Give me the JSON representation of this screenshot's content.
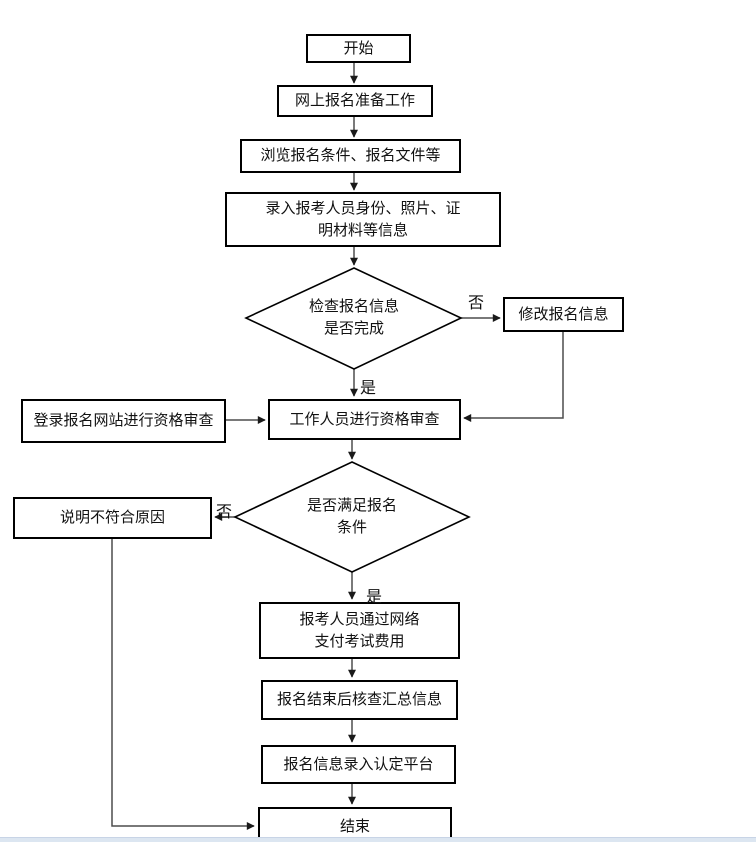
{
  "flowchart": {
    "nodes": {
      "start": {
        "label": "开始",
        "shape": "rect"
      },
      "prepare": {
        "label": "网上报名准备工作",
        "shape": "rect"
      },
      "browse": {
        "label": "浏览报名条件、报名文件等",
        "shape": "rect"
      },
      "input_info": {
        "label": "录入报考人员身份、照片、证\n明材料等信息",
        "shape": "rect"
      },
      "check_complete": {
        "label": "检查报名信息\n是否完成",
        "shape": "diamond"
      },
      "modify": {
        "label": "修改报名信息",
        "shape": "rect"
      },
      "login_review": {
        "label": "登录报名网站进行资格审查",
        "shape": "rect"
      },
      "staff_review": {
        "label": "工作人员进行资格审查",
        "shape": "rect"
      },
      "meet_conditions": {
        "label": "是否满足报名\n条件",
        "shape": "diamond"
      },
      "explain_reason": {
        "label": "说明不符合原因",
        "shape": "rect"
      },
      "pay_fee": {
        "label": "报考人员通过网络\n支付考试费用",
        "shape": "rect"
      },
      "verify_summary": {
        "label": "报名结束后核查汇总信息",
        "shape": "rect"
      },
      "enter_platform": {
        "label": "报名信息录入认定平台",
        "shape": "rect"
      },
      "end": {
        "label": "结束",
        "shape": "rect"
      }
    },
    "edge_labels": {
      "check_no": "否",
      "check_yes": "是",
      "meet_no": "否",
      "meet_yes": "是"
    },
    "colors": {
      "box_border": "#000000",
      "line": "#4d4d4d",
      "arrowhead": "#1a1a1a",
      "background": "#ffffff",
      "bottom_bar": "#dce6f1"
    }
  }
}
